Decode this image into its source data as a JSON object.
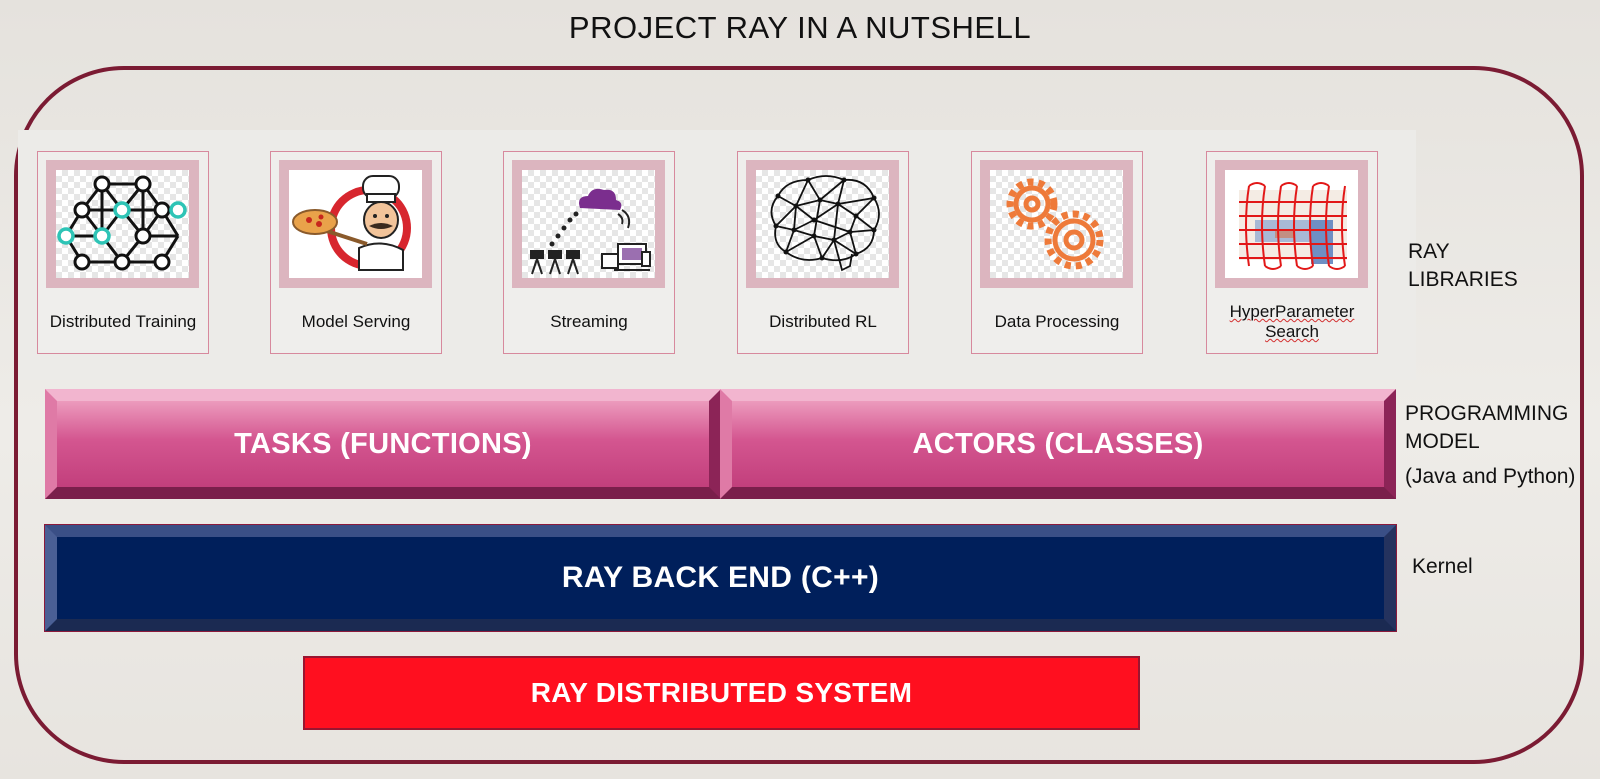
{
  "title": "PROJECT RAY IN A NUTSHELL",
  "libraries": [
    {
      "label": "Distributed Training",
      "icon": "neural-network-icon"
    },
    {
      "label": "Model Serving",
      "icon": "pizza-chef-icon"
    },
    {
      "label": "Streaming",
      "icon": "cloud-streaming-icon"
    },
    {
      "label": "Distributed RL",
      "icon": "brain-network-icon"
    },
    {
      "label": "Data Processing",
      "icon": "gears-icon"
    },
    {
      "label": "HyperParameter Search",
      "icon": "grid-search-icon"
    }
  ],
  "side_labels": {
    "libraries": "RAY LIBRARIES",
    "programming_model": "PROGRAMMING MODEL",
    "programming_model_sub": "(Java and Python)",
    "kernel": "Kernel"
  },
  "layers": {
    "tasks": "TASKS (FUNCTIONS)",
    "actors": "ACTORS (CLASSES)",
    "backend": "RAY BACK END (C++)",
    "distributed_system": "RAY DISTRIBUTED SYSTEM"
  },
  "colors": {
    "frame": "#7b1b33",
    "programming_layer": "#d45690",
    "backend_layer": "#001f5b",
    "system_layer": "#ff0f1f",
    "gear_orange": "#ee7a3a",
    "node_teal": "#2ec4b6"
  }
}
